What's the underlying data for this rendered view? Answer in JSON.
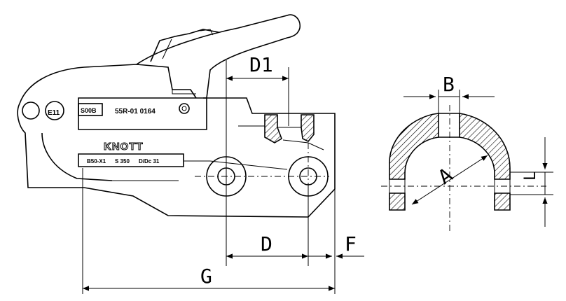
{
  "labels": {
    "e_mark": "E11",
    "code": "S00B",
    "approval": "55R-01 0164",
    "brand": "KNOTT",
    "spec_1": "B50-X1",
    "spec_2": "S 350",
    "spec_3": "D/Dc 31"
  },
  "dimensions": {
    "d1": "D1",
    "d": "D",
    "f": "F",
    "g": "G",
    "b": "B",
    "a": "A",
    "l": "L"
  }
}
